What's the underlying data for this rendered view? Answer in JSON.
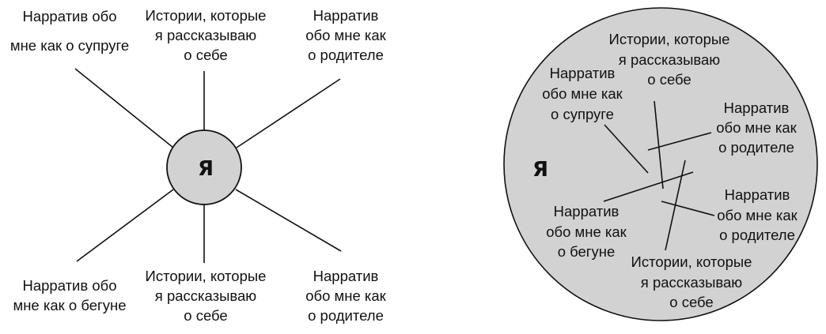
{
  "left_diagram": {
    "center_label": "Я",
    "labels": {
      "spouse": [
        "Нарратив обо",
        "мне как о супруге"
      ],
      "stories_top": [
        "Истории, которые",
        "я рассказываю",
        "о себе"
      ],
      "parent_top": [
        "Нарратив",
        "обо мне как",
        "о родителе"
      ],
      "runner": [
        "Нарратив обо",
        "мне как о бегуне"
      ],
      "stories_bottom": [
        "Истории, которые",
        "я рассказываю",
        "о себе"
      ],
      "parent_bottom": [
        "Нарратив",
        "обо мне как",
        "о родителе"
      ]
    }
  },
  "right_diagram": {
    "center_label": "Я",
    "labels": {
      "stories_top": [
        "Истории, которые",
        "я рассказываю",
        "о себе"
      ],
      "spouse": [
        "Нарратив",
        "обо мне как",
        "о супруге"
      ],
      "parent_top": [
        "Нарратив",
        "обо мне как",
        "о родителе"
      ],
      "runner": [
        "Нарратив",
        "обо мне как",
        "о бегуне"
      ],
      "parent_bottom": [
        "Нарратив",
        "обо мне как",
        "о родителе"
      ],
      "stories_bottom": [
        "Истории, которые",
        "я рассказываю",
        "о себе"
      ]
    }
  }
}
